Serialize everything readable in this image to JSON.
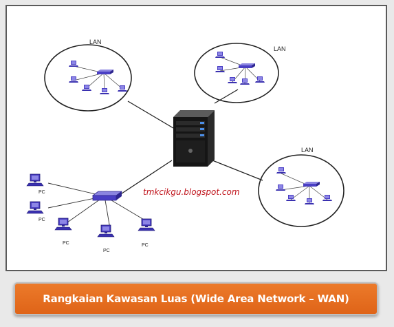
{
  "labels": {
    "lan1": "LAN",
    "lan2": "LAN",
    "lan3": "LAN",
    "pc": "PC"
  },
  "watermark": "tmkcikgu.blogspot.com",
  "caption": "Rangkaian Kawasan Luas (Wide Area Network – WAN)",
  "colors": {
    "pc_blue": "#4a3fc4",
    "caption_orange": "#e66f20",
    "url_red": "#c0141c"
  },
  "icons": [
    "server-icon",
    "hub-icon",
    "computer-icon"
  ]
}
